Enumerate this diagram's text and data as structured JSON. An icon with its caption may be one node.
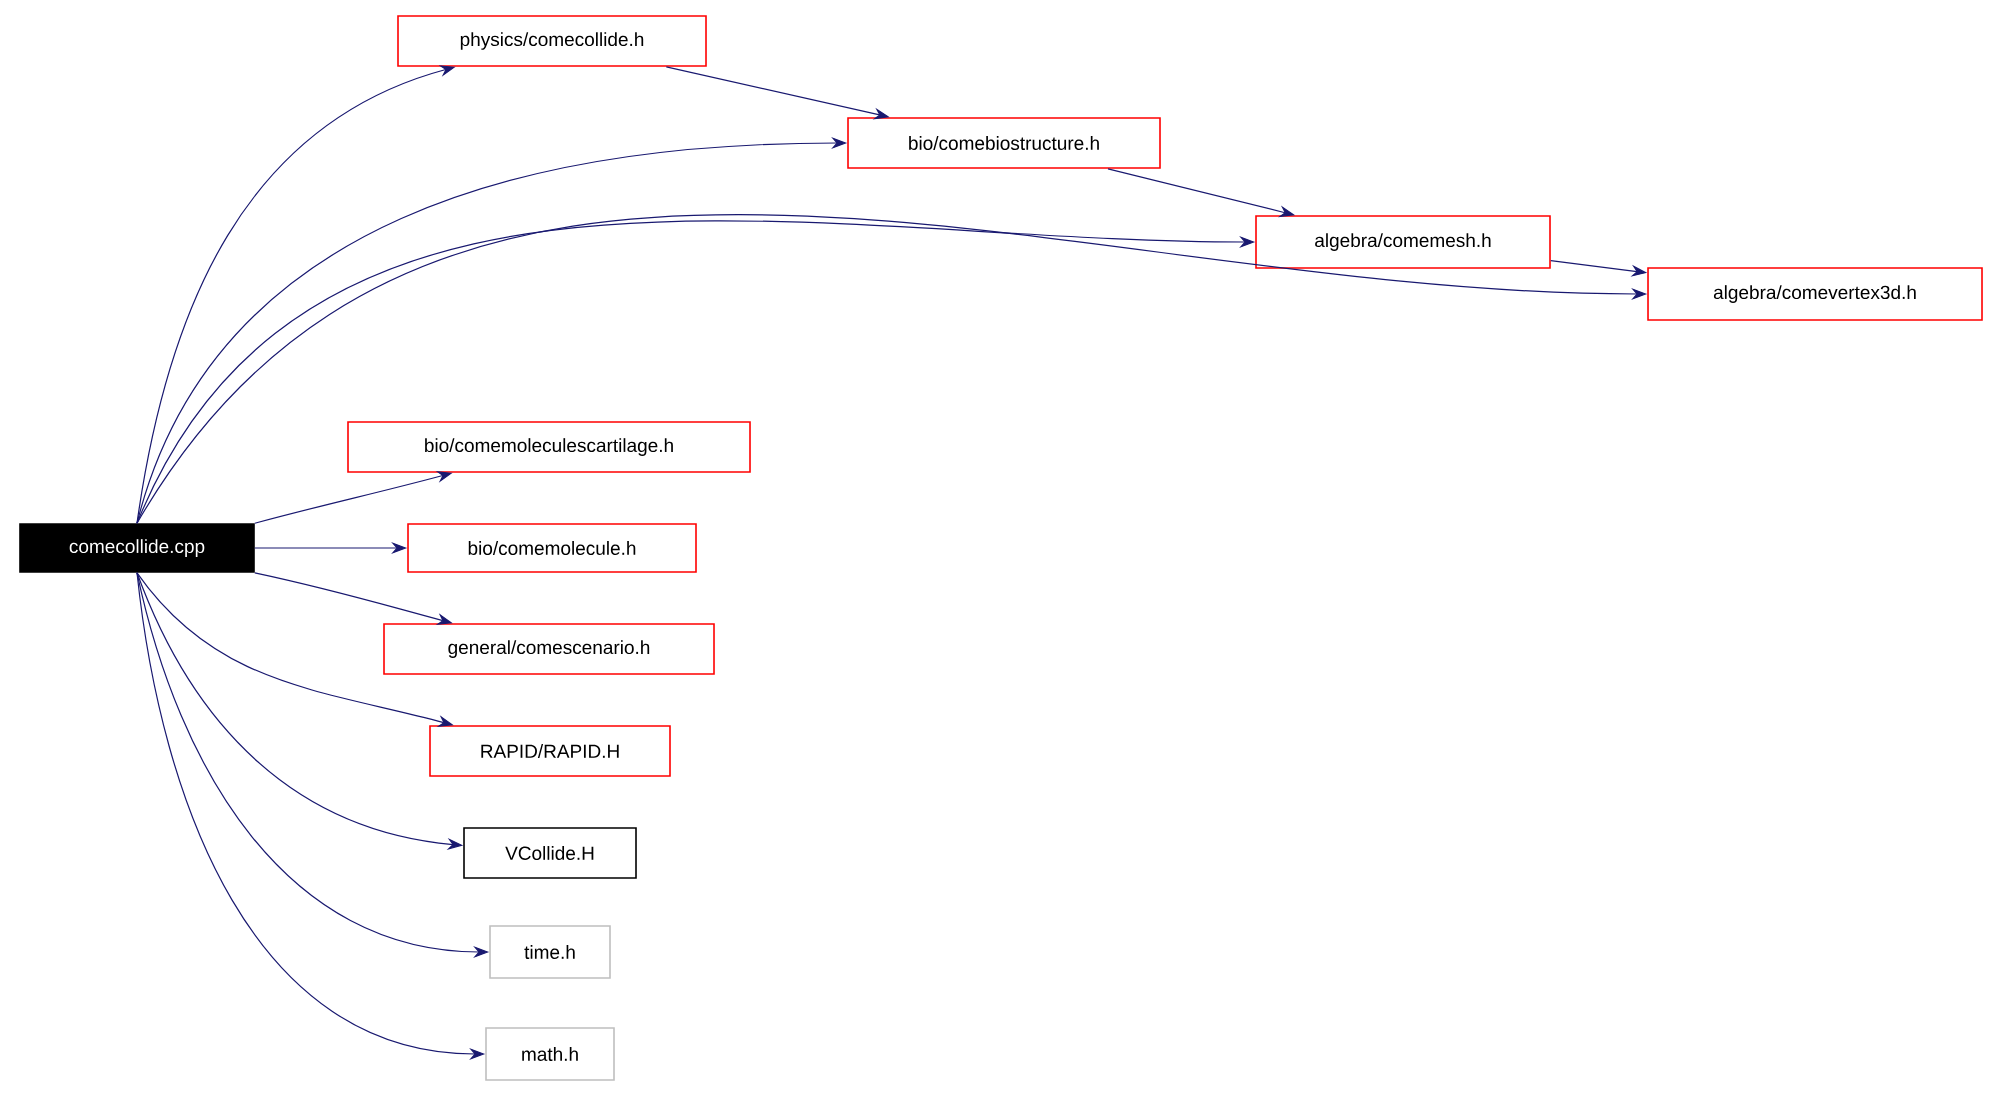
{
  "diagram": {
    "nodes": [
      {
        "text": [
          "comecollide.cpp"
        ]
      },
      {
        "text": [
          "physics/comecollide.h"
        ]
      },
      {
        "text": [
          "bio/comebiostructure.h"
        ]
      },
      {
        "text": [
          "algebra/comemesh.h"
        ]
      },
      {
        "text": [
          "algebra/comevertex3d.h"
        ]
      },
      {
        "text": [
          "bio/comemoleculescartilage.h"
        ]
      },
      {
        "text": [
          "bio/comemolecule.h"
        ]
      },
      {
        "text": [
          "general/comescenario.h"
        ]
      },
      {
        "text": [
          "RAPID/RAPID.H"
        ]
      },
      {
        "text": [
          "VCollide.H"
        ]
      },
      {
        "text": [
          "time.h"
        ]
      },
      {
        "text": [
          "math.h"
        ]
      }
    ],
    "edges": [
      {
        "from": 0,
        "to": 1,
        "arrow": "to"
      },
      {
        "from": 0,
        "to": 2,
        "arrow": "to"
      },
      {
        "from": 0,
        "to": 3,
        "arrow": "to"
      },
      {
        "from": 0,
        "to": 4,
        "arrow": "to"
      },
      {
        "from": 1,
        "to": 2,
        "arrow": "to"
      },
      {
        "from": 2,
        "to": 3,
        "arrow": "to"
      },
      {
        "from": 3,
        "to": 4,
        "arrow": "to"
      },
      {
        "from": 0,
        "to": 5,
        "arrow": "to"
      },
      {
        "from": 0,
        "to": 6,
        "arrow": "to"
      },
      {
        "from": 0,
        "to": 7,
        "arrow": "to"
      },
      {
        "from": 0,
        "to": 8,
        "arrow": "to"
      },
      {
        "from": 0,
        "to": 9,
        "arrow": "to"
      },
      {
        "from": 0,
        "to": 10,
        "arrow": "to"
      },
      {
        "from": 0,
        "to": 11,
        "arrow": "to"
      }
    ]
  }
}
